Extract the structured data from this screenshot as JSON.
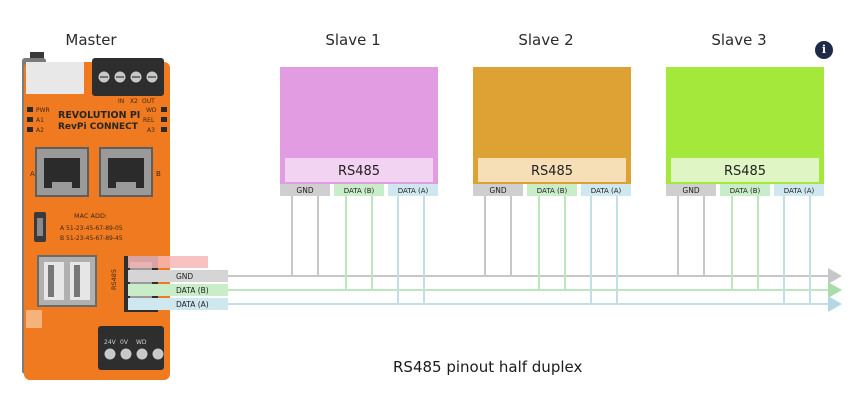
{
  "master": {
    "title": "Master",
    "brand_line1": "REVOLUTION PI",
    "brand_line2": "RevPi CONNECT",
    "led_left": [
      "PWR",
      "A1",
      "A2"
    ],
    "led_right": [
      "WD",
      "REL",
      "A3"
    ],
    "top_terminal_labels": [
      "IN",
      "X2",
      "OUT"
    ],
    "port_a": "A",
    "port_b": "B",
    "mac_title": "MAC ADD:",
    "mac_a": "A  51-23-45-67-89-05",
    "mac_b": "B  51-23-45-67-89-45",
    "rs485_label": "RS485",
    "bottom_terminal_labels": [
      "24V",
      "0V",
      "WD"
    ],
    "body_color": "#f07a1f",
    "wires": {
      "gnd": "GND",
      "data_b": "DATA (B)",
      "data_a": "DATA (A)"
    }
  },
  "slaves": [
    {
      "title": "Slave 1",
      "module_label": "RS485",
      "color": "#e29ce1",
      "strip_color": "#f2d3f1",
      "pins": [
        "GND",
        "DATA (B)",
        "DATA (A)"
      ]
    },
    {
      "title": "Slave 2",
      "module_label": "RS485",
      "color": "#dda233",
      "strip_color": "#f6deb6",
      "pins": [
        "GND",
        "DATA (B)",
        "DATA (A)"
      ]
    },
    {
      "title": "Slave 3",
      "module_label": "RS485",
      "color": "#a4e83c",
      "strip_color": "#dff6c4",
      "pins": [
        "GND",
        "DATA (B)",
        "DATA (A)"
      ]
    }
  ],
  "caption": "RS485 pinout half duplex",
  "info_icon": "info-icon",
  "colors": {
    "gnd": "#c7c7c7",
    "data_b": "#bde5bf",
    "data_a": "#c3dfe6",
    "info": "#1e2a46"
  }
}
